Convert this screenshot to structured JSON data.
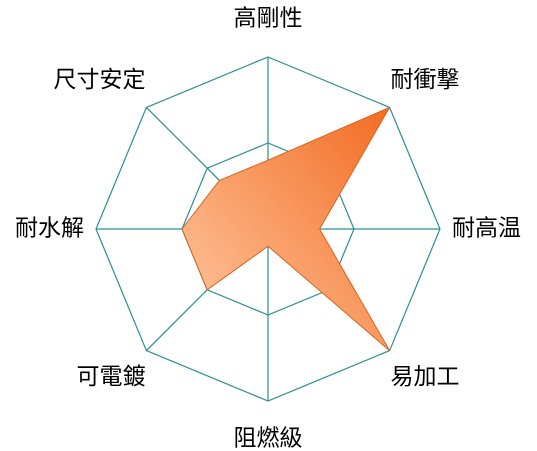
{
  "chart_data": {
    "type": "radar",
    "axes": [
      "高剛性",
      "耐衝撃",
      "耐高温",
      "易加工",
      "阻燃級",
      "可電鍍",
      "耐水解",
      "尺寸安定"
    ],
    "series": [
      {
        "values": [
          2,
          5,
          1.5,
          5,
          0.5,
          2.5,
          2.5,
          2
        ]
      }
    ],
    "rmax": 5,
    "rings": [
      2.5,
      5
    ],
    "grid": true,
    "legend": "none",
    "colors": {
      "grid": "#2a8f93",
      "fill_light": "#ffcba6",
      "fill_dark": "#f26c22",
      "edge": "#d9641e"
    }
  }
}
